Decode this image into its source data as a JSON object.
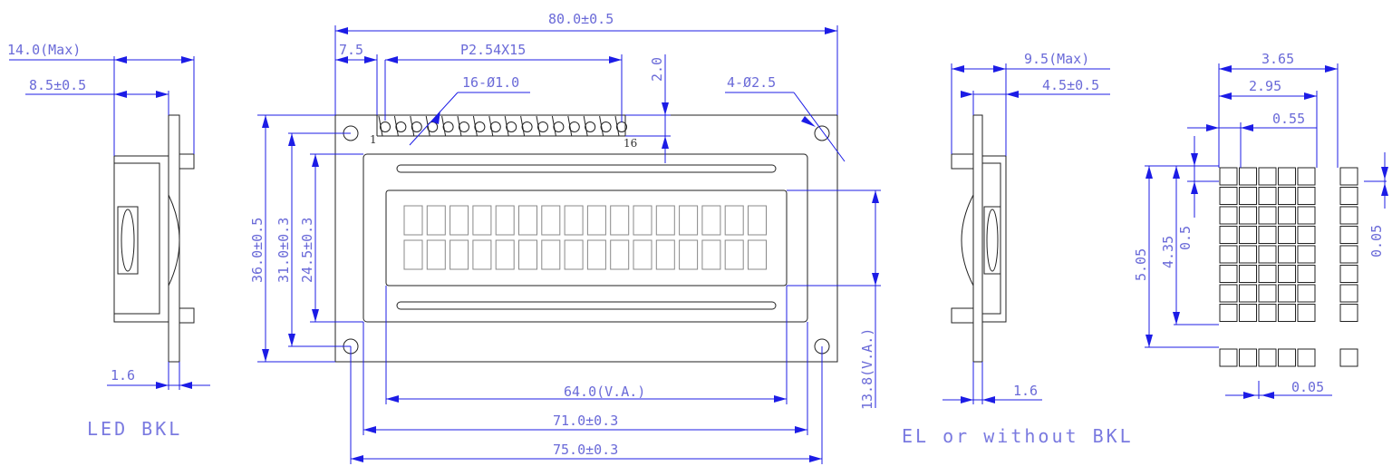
{
  "side_left": {
    "dim_max_width": "14.0(Max)",
    "dim_width": "8.5±0.5",
    "dim_pcb": "1.6",
    "caption": "LED BKL"
  },
  "front": {
    "dim_total_width": "80.0±0.5",
    "dim_pin1_offset": "7.5",
    "dim_pin_pitch": "P2.54X15",
    "dim_pin_holes": "16-Ø1.0",
    "dim_pin_row_y": "2.0",
    "dim_mount_holes": "4-Ø2.5",
    "dim_total_height": "36.0±0.5",
    "dim_hole_pitch_y": "31.0±0.3",
    "dim_bezel_height": "24.5±0.3",
    "dim_va_height": "13.8(V.A.)",
    "dim_va_width": "64.0(V.A.)",
    "dim_bezel_width": "71.0±0.3",
    "dim_hole_pitch_x": "75.0±0.3",
    "pin_first": "1",
    "pin_last": "16"
  },
  "side_right": {
    "dim_max_width": "9.5(Max)",
    "dim_width": "4.5±0.5",
    "dim_pcb": "1.6",
    "caption": "EL or without BKL"
  },
  "char_detail": {
    "dim_char_pitch_x": "3.65",
    "dim_char_width": "2.95",
    "dim_dot_pitch_x": "0.55",
    "dim_char_pitch_y": "5.05",
    "dim_char_height": "4.35",
    "dim_dot_pitch_y": "0.5",
    "dim_gap_y": "0.05",
    "dim_gap_x": "0.05"
  }
}
